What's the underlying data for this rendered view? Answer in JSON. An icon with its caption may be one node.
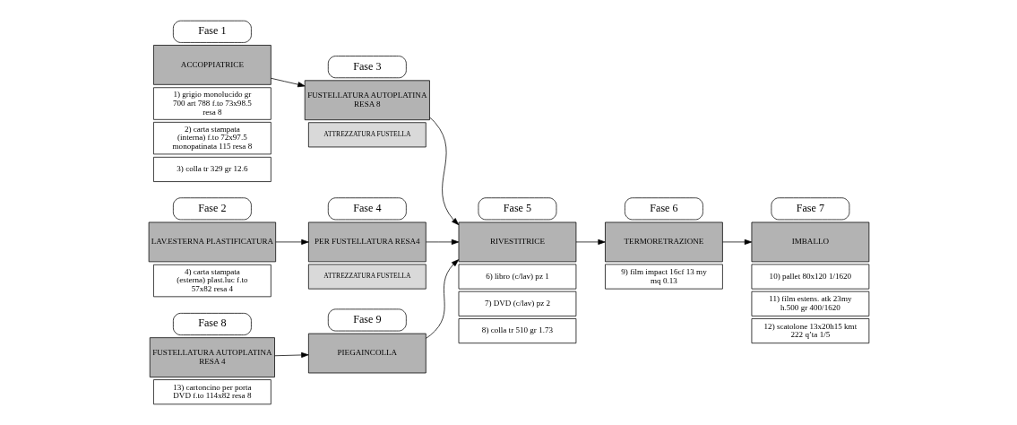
{
  "diagram": {
    "nodes": [
      {
        "text": [
          "Fase 1"
        ]
      },
      {
        "text": [
          "ACCOPPIATRICE"
        ]
      },
      {
        "text": [
          "1) grigio monolucido gr 700 art 788 f.to 73x98.5 resa 8"
        ]
      },
      {
        "text": [
          "2) carta stampata (interna) f.to 72x97.5 monopatinata 115 resa 8"
        ]
      },
      {
        "text": [
          "3) colla tr 329 gr 12.6"
        ]
      },
      {
        "text": [
          "Fase 3"
        ]
      },
      {
        "text": [
          "FUSTELLATURA AUTOPLATINA RESA 8"
        ]
      },
      {
        "text": [
          "ATTREZZATURA FUSTELLA"
        ]
      },
      {
        "text": [
          "Fase 5"
        ]
      },
      {
        "text": [
          "RIVESTITRICE"
        ]
      },
      {
        "text": [
          "6) libro (c/lav) pz 1"
        ]
      },
      {
        "text": [
          "7) DVD (c/lav) pz 2"
        ]
      },
      {
        "text": [
          "8) colla tr 510 gr 1.73"
        ]
      },
      {
        "text": [
          "Fase 6"
        ]
      },
      {
        "text": [
          "TERMORETRAZIONE"
        ]
      },
      {
        "text": [
          "9) film impact 16cf 13 my mq 0.13"
        ]
      },
      {
        "text": [
          "Fase 7"
        ]
      },
      {
        "text": [
          "IMBALLO"
        ]
      },
      {
        "text": [
          "10) pallet 80x120 1/1620"
        ]
      },
      {
        "text": [
          "11) film estens. atk 23my h.500 gr 400/1620"
        ]
      },
      {
        "text": [
          "12) scatolone 13x20h15 kmt 222 q’ta 1/5"
        ]
      },
      {
        "text": [
          "Fase 2"
        ]
      },
      {
        "text": [
          "LAV.ESTERNA PLASTIFICATURA"
        ]
      },
      {
        "text": [
          "4) carta stampata (esterna) plast.luc f.to 57x82 resa 4"
        ]
      },
      {
        "text": [
          "Fase 4"
        ]
      },
      {
        "text": [
          "PER FUSTELLATURA RESA4"
        ]
      },
      {
        "text": [
          "ATTREZZATURA FUSTELLA"
        ]
      },
      {
        "text": [
          "Fase 9"
        ]
      },
      {
        "text": [
          "PIEGAINCOLLA"
        ]
      },
      {
        "text": [
          "Fase 8"
        ]
      },
      {
        "text": [
          "FUSTELLATURA AUTOPLATINA RESA 4"
        ]
      },
      {
        "text": [
          "13) cartoncino per porta DVD f.to 114x82 resa 8"
        ]
      }
    ],
    "edges": [
      {
        "from": 1,
        "to": 6,
        "arrow": "to"
      },
      {
        "from": 6,
        "to": 9,
        "arrow": "to"
      },
      {
        "from": 9,
        "to": 14,
        "arrow": "to"
      },
      {
        "from": 14,
        "to": 17,
        "arrow": "to"
      },
      {
        "from": 22,
        "to": 25,
        "arrow": "to"
      },
      {
        "from": 25,
        "to": 9,
        "arrow": "to"
      },
      {
        "from": 28,
        "to": 9,
        "arrow": "to"
      },
      {
        "from": 30,
        "to": 28,
        "arrow": "to"
      }
    ]
  }
}
